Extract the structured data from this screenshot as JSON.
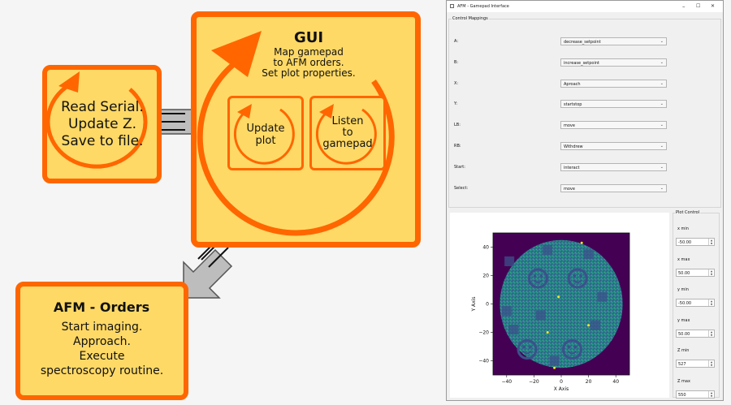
{
  "diagram": {
    "serial_box": {
      "lines": [
        "Read Serial.",
        "Update Z.",
        "Save to file."
      ]
    },
    "gui_box": {
      "title": "GUI",
      "lines": [
        "Map gamepad",
        "to AFM orders.",
        "Set plot properties."
      ],
      "update_plot": [
        "Update",
        "plot"
      ],
      "listen": [
        "Listen",
        "to",
        "gamepad"
      ]
    },
    "afm_box": {
      "title": "AFM - Orders",
      "lines": [
        "Start imaging.",
        "Approach.",
        "Execute",
        "spectroscopy routine."
      ]
    },
    "colors": {
      "fill": "#ffd966",
      "stroke": "#ff6600",
      "arrow": "#bdbdbd"
    }
  },
  "window": {
    "title": "AFM - Gamepad Interface",
    "controls": {
      "minimize": "–",
      "maximize": "☐",
      "close": "✕"
    },
    "mappings_title": "Control Mappings",
    "mappings": [
      {
        "label": "A:",
        "value": "decrease_setpoint"
      },
      {
        "label": "B:",
        "value": "increase_setpoint"
      },
      {
        "label": "X:",
        "value": "Aproach"
      },
      {
        "label": "Y:",
        "value": "startstop"
      },
      {
        "label": "LB:",
        "value": "move"
      },
      {
        "label": "RB:",
        "value": "Withdrew"
      },
      {
        "label": "Start:",
        "value": "interact"
      },
      {
        "label": "Select:",
        "value": "move"
      }
    ],
    "plot_control_title": "Plot Control",
    "plot_controls": [
      {
        "label": "x min",
        "value": "-50.00"
      },
      {
        "label": "x max",
        "value": "50.00"
      },
      {
        "label": "y min",
        "value": "-50.00"
      },
      {
        "label": "y max",
        "value": "50.00"
      },
      {
        "label": "Z min",
        "value": "527"
      },
      {
        "label": "Z max",
        "value": "550"
      }
    ]
  },
  "chart_data": {
    "type": "heatmap",
    "title": "",
    "xlabel": "X Axis",
    "ylabel": "Y Axis",
    "xlim": [
      -50,
      50
    ],
    "ylim": [
      -50,
      50
    ],
    "xticks": [
      -40,
      -20,
      0,
      20,
      40
    ],
    "yticks": [
      40,
      20,
      0,
      -20,
      -40
    ],
    "xtick_labels": [
      "−40",
      "−20",
      "0",
      "20",
      "40"
    ],
    "ytick_labels": [
      "40",
      "20",
      "0",
      "−20",
      "−40"
    ],
    "colormap": "viridis",
    "grid": false
  }
}
